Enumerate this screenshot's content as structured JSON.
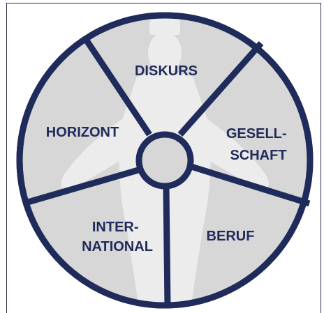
{
  "diagram": {
    "segments": [
      {
        "label_lines": [
          "DISKURS"
        ]
      },
      {
        "label_lines": [
          "GESELL-",
          "SCHAFT"
        ]
      },
      {
        "label_lines": [
          "BERUF"
        ]
      },
      {
        "label_lines": [
          "INTER-",
          "NATIONAL"
        ]
      },
      {
        "label_lines": [
          "HORIZONT"
        ]
      }
    ]
  },
  "colors": {
    "ring": "#1f2b5a",
    "segment_fill": "#d7d7d7",
    "figure": "#ececec",
    "text": "#1f2b5a",
    "frame": "#2b3146"
  }
}
